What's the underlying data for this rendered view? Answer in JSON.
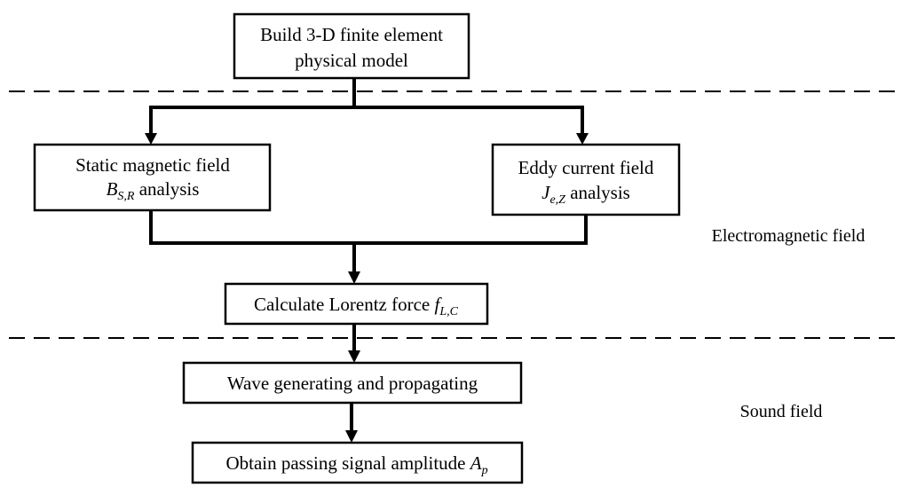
{
  "boxes": {
    "build_model": {
      "line1": "Build 3-D finite element",
      "line2": "physical model"
    },
    "static_field": {
      "line1": "Static magnetic field",
      "symbol": "B",
      "subscript": "S,R",
      "suffix": " analysis"
    },
    "eddy_field": {
      "line1": "Eddy current field",
      "symbol": "J",
      "subscript": "e,Z",
      "suffix": " analysis"
    },
    "lorentz": {
      "prefix": "Calculate Lorentz force ",
      "symbol": "f",
      "subscript": "L,C"
    },
    "wave": {
      "label": "Wave generating and propagating"
    },
    "amplitude": {
      "prefix": "Obtain passing signal amplitude ",
      "symbol": "A",
      "subscript": "p"
    }
  },
  "regions": {
    "electromagnetic": "Electromagnetic field",
    "sound": "Sound field"
  },
  "colors": {
    "stroke": "#000000",
    "background": "#ffffff"
  }
}
